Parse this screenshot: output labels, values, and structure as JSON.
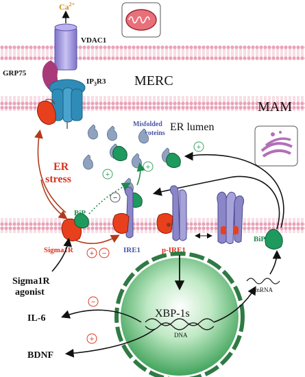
{
  "labels": {
    "ca": "Ca",
    "ca_sup": "2+",
    "vdac1": "VDAC1",
    "grp75": "GRP75",
    "ip3r3_a": "IP",
    "ip3r3_sub": "3",
    "ip3r3_b": "R3",
    "merc": "MERC",
    "mam": "MAM",
    "er_lumen": "ER lumen",
    "misfolded_1": "Misfolded",
    "misfolded_2": "proteins",
    "er_stress_1": "ER",
    "er_stress_2": "stress",
    "bip_left": "BiP",
    "bip_right": "BiP",
    "sigma1r": "Sigma1R",
    "ire1": "IRE1",
    "p_ire1": "p-IRE1",
    "agonist_1": "Sigma1R",
    "agonist_2": "agonist",
    "xbp1s": "XBP-1s",
    "dna": "DNA",
    "mrna": "mRNA",
    "il6": "IL-6",
    "bdnf": "BDNF"
  },
  "signs": {
    "plus": "+",
    "minus": "−"
  },
  "colors": {
    "membrane_pink": "#e9a3b8",
    "sigma1r_red": "#e8401c",
    "bip_green": "#1e9a5e",
    "ire1_purple": "#8a86c8",
    "ip3r3_blue": "#2f8cb8",
    "vdac1_purple": "#9a8fd8",
    "grp75_magenta": "#a83a7a",
    "protein_gray": "#8fa3bf",
    "nucleus_green": "#8fd49a",
    "label_red": "#d9331f",
    "label_blue": "#4a56a8",
    "label_orange": "#d08a1c"
  }
}
